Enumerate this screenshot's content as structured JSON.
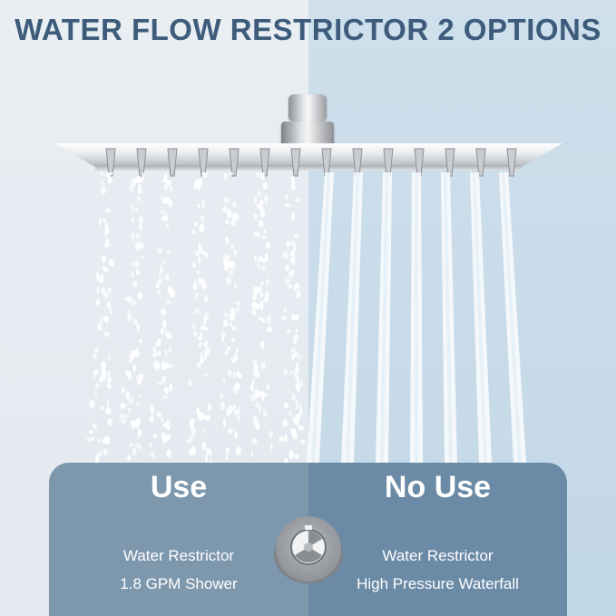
{
  "title": "WATER FLOW RESTRICTOR 2 OPTIONS",
  "left_option": {
    "heading": "Use",
    "line1": "Water Restrictor",
    "line2": "1.8 GPM Shower"
  },
  "right_option": {
    "heading": "No Use",
    "line1": "Water Restrictor",
    "line2": "High Pressure Waterfall"
  },
  "colors": {
    "title": "#3d5c7b",
    "left_panel": "#7d97ad",
    "right_panel": "#6a8aa5",
    "restrictor": "#9a9ea3"
  },
  "icons": {
    "shower_head": "rain-shower-head-icon",
    "restrictor": "flow-restrictor-icon"
  }
}
